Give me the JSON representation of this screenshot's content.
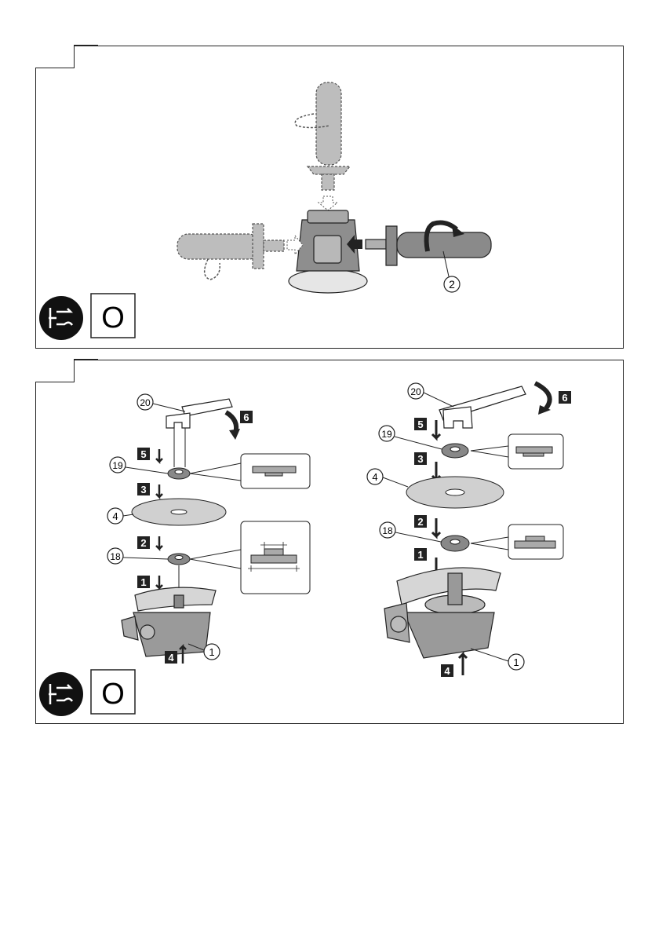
{
  "figure_top": {
    "callouts": {
      "handle": "2"
    },
    "disconnect_badge": "O"
  },
  "figure_bottom": {
    "callouts": {
      "wrench": "20",
      "outer_flange_nut": "19",
      "disc": "4",
      "inner_flange": "18",
      "spindle_lock": "1"
    },
    "steps": [
      "1",
      "2",
      "3",
      "4",
      "5",
      "6"
    ],
    "disconnect_badge": "O"
  },
  "colors": {
    "line": "#222222",
    "part_fill": "#9a9a9a",
    "step_box": "#222222",
    "disc_fill": "#cfcfcf"
  }
}
